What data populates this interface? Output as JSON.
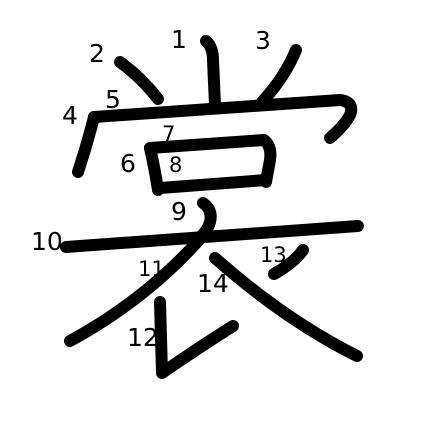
{
  "character": "裳",
  "stroke_color": "#000000",
  "background_color": "#ffffff",
  "stroke_numbers": [
    "1",
    "2",
    "3",
    "4",
    "5",
    "6",
    "7",
    "8",
    "9",
    "10",
    "11",
    "12",
    "13",
    "14"
  ]
}
